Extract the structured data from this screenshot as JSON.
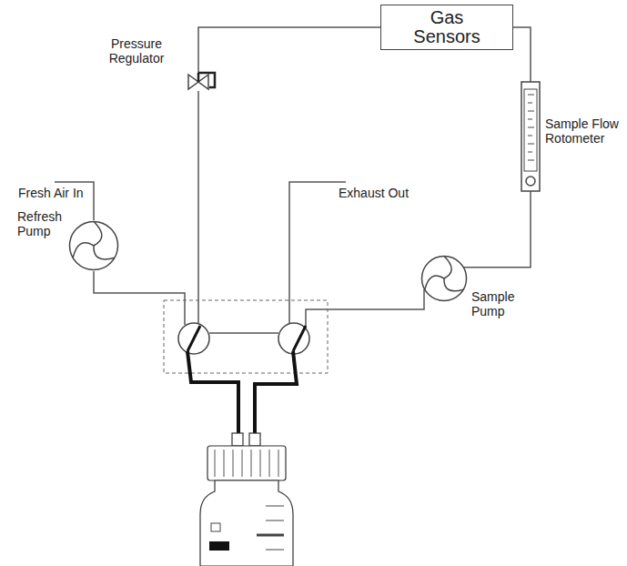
{
  "diagram": {
    "nodes": [
      {
        "text": [
          "Gas Sensors"
        ]
      },
      {
        "text": [
          "Sample Flow Rotometer"
        ]
      },
      {
        "text": [
          "Sample Pump"
        ]
      },
      {
        "text": [
          "Refresh Pump"
        ]
      },
      {
        "text": [
          "Pressure Regulator"
        ]
      }
    ],
    "edges": [
      {
        "from": 2,
        "to": 1,
        "arrow": "none"
      },
      {
        "from": 1,
        "to": 0,
        "arrow": "none"
      },
      {
        "from": 0,
        "to": 4,
        "arrow": "none"
      }
    ],
    "labels": [
      "Fresh Air In",
      "Exhaust Out"
    ]
  }
}
